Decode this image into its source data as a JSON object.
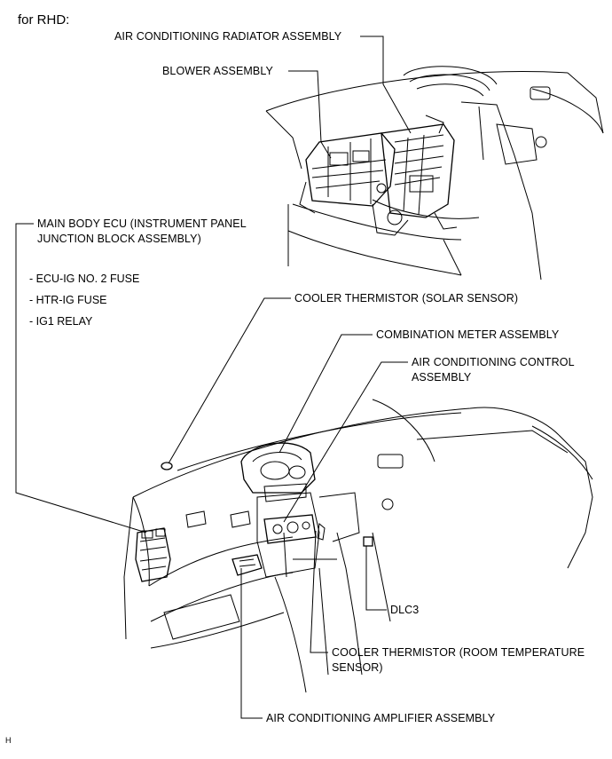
{
  "heading": "for RHD:",
  "callouts": {
    "radiator": "AIR CONDITIONING RADIATOR ASSEMBLY",
    "blower": "BLOWER ASSEMBLY",
    "ecu_line1": "MAIN BODY ECU (INSTRUMENT PANEL",
    "ecu_line2": "JUNCTION BLOCK ASSEMBLY)",
    "solar": "COOLER THERMISTOR (SOLAR SENSOR)",
    "meter": "COMBINATION METER ASSEMBLY",
    "control_line1": "AIR CONDITIONING CONTROL",
    "control_line2": "ASSEMBLY",
    "dlc": "DLC3",
    "room_line1": "COOLER THERMISTOR (ROOM TEMPERATURE",
    "room_line2": "SENSOR)",
    "amplifier": "AIR CONDITIONING AMPLIFIER ASSEMBLY"
  },
  "ecu_items": [
    "- ECU-IG NO. 2 FUSE",
    "- HTR-IG FUSE",
    "- IG1 RELAY"
  ],
  "figure_code": "H"
}
